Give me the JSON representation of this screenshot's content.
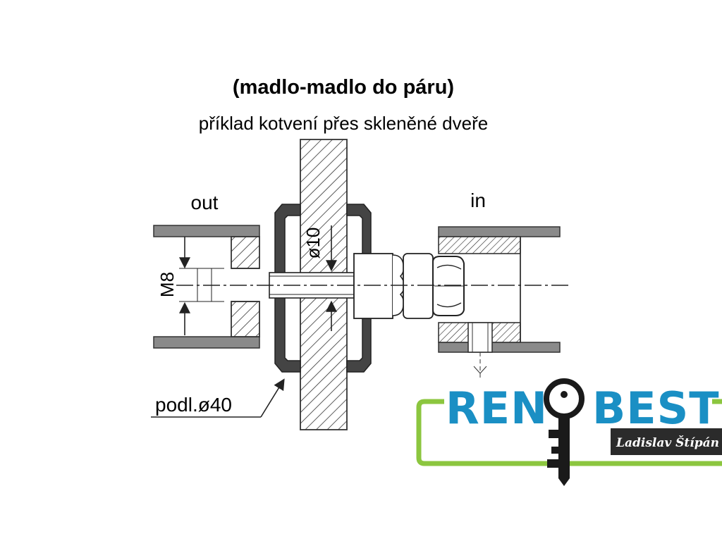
{
  "title": "(madlo-madlo do páru)",
  "subtitle": "příklad kotvení přes skleněné dveře",
  "labels": {
    "outside": "out",
    "inside": "in",
    "thread": "M8",
    "bolt_diameter": "ø10",
    "washer": "podl.ø40"
  },
  "logo": {
    "left_text": "REN",
    "right_text": "BEST",
    "tagline": "Ladislav Štípán",
    "brand_color": "#1a8fc4",
    "frame_color": "#8cc63f"
  },
  "colors": {
    "line": "#222222",
    "wall": "#8a8a8a",
    "gasket": "#444444",
    "tag_bg": "#2b2b2b"
  }
}
